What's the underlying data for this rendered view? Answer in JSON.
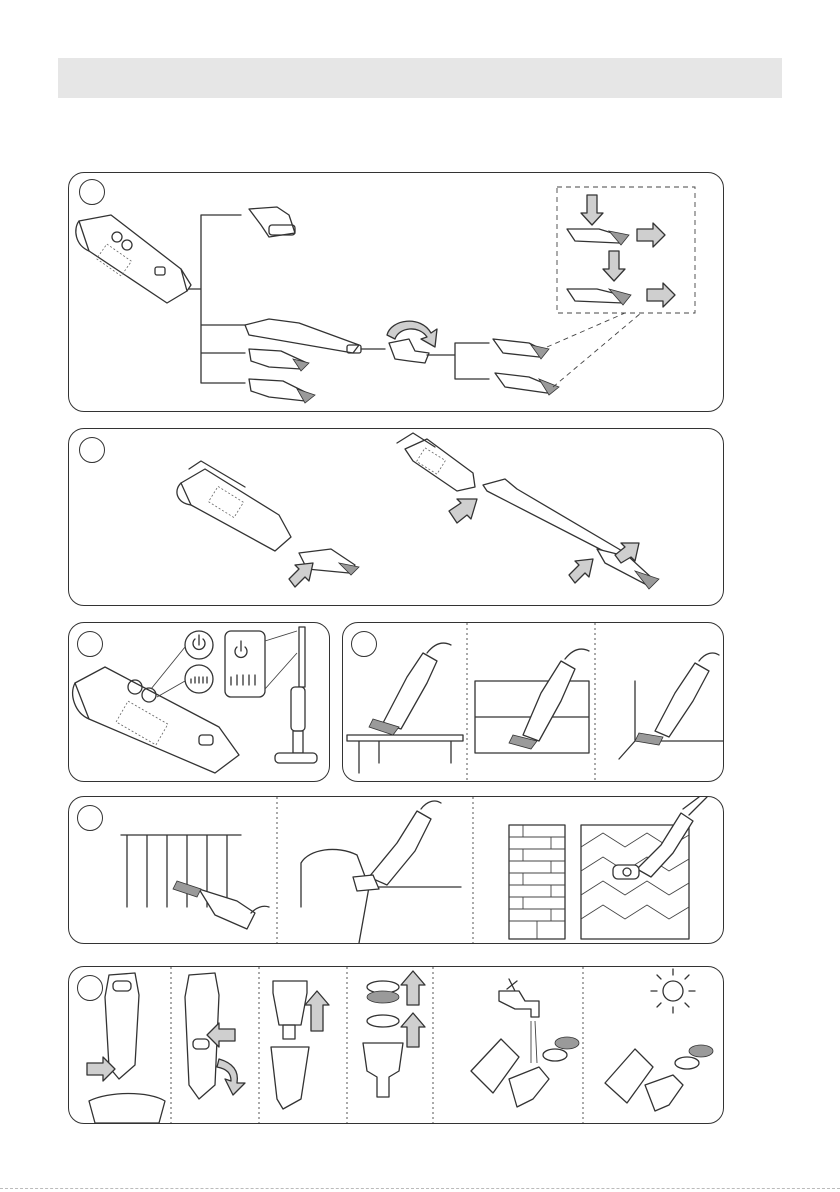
{
  "header": {
    "title": ""
  },
  "steps": [
    {
      "id": "step-1",
      "number": ""
    },
    {
      "id": "step-2",
      "number": ""
    },
    {
      "id": "step-3",
      "number": ""
    },
    {
      "id": "step-4",
      "number": ""
    },
    {
      "id": "step-5",
      "number": ""
    },
    {
      "id": "step-6",
      "number": ""
    }
  ],
  "icons": {
    "power": "power-icon",
    "speed": "speed-level-icon",
    "arrow": "push-arrow-icon",
    "rotate": "rotate-arrow-icon",
    "tap": "water-tap-icon",
    "sun": "sun-icon",
    "bin": "dust-bin-icon"
  },
  "colors": {
    "header_bar": "#e6e6e6",
    "outline": "#333333",
    "arrow_fill": "#cfcfcf",
    "brush": "#9a9a9a"
  }
}
